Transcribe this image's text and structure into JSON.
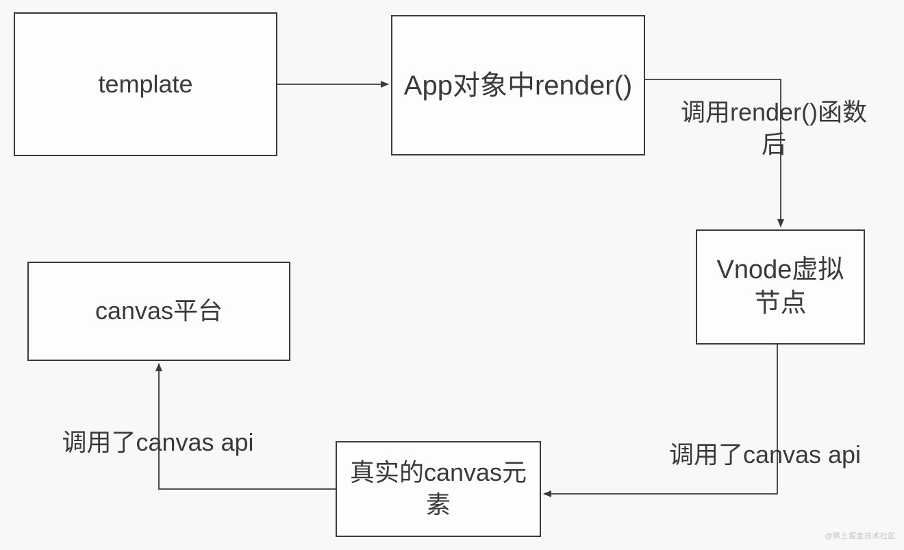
{
  "diagram": {
    "nodes": {
      "template": {
        "label": "template"
      },
      "app_render": {
        "label": "App对象中render()"
      },
      "vnode": {
        "label": "Vnode虚拟节点"
      },
      "canvas_platform": {
        "label": "canvas平台"
      },
      "real_canvas": {
        "label": "真实的canvas元素"
      }
    },
    "edge_labels": {
      "call_render_after": "调用render()函数后",
      "call_canvas_api_right": "调用了canvas api",
      "call_canvas_api_left": "调用了canvas api"
    },
    "edges": [
      {
        "from": "template",
        "to": "app_render"
      },
      {
        "from": "app_render",
        "to": "vnode",
        "label": "调用render()函数后"
      },
      {
        "from": "vnode",
        "to": "real_canvas",
        "label": "调用了canvas api"
      },
      {
        "from": "real_canvas",
        "to": "canvas_platform",
        "label": "调用了canvas api"
      }
    ],
    "colors": {
      "background": "#f8f8f7",
      "box_fill": "#fdfdfd",
      "stroke": "#3a3a3a",
      "text": "#3a3a3a",
      "watermark": "#c7c5c4"
    },
    "watermark": "@稀土掘金技术社区"
  }
}
